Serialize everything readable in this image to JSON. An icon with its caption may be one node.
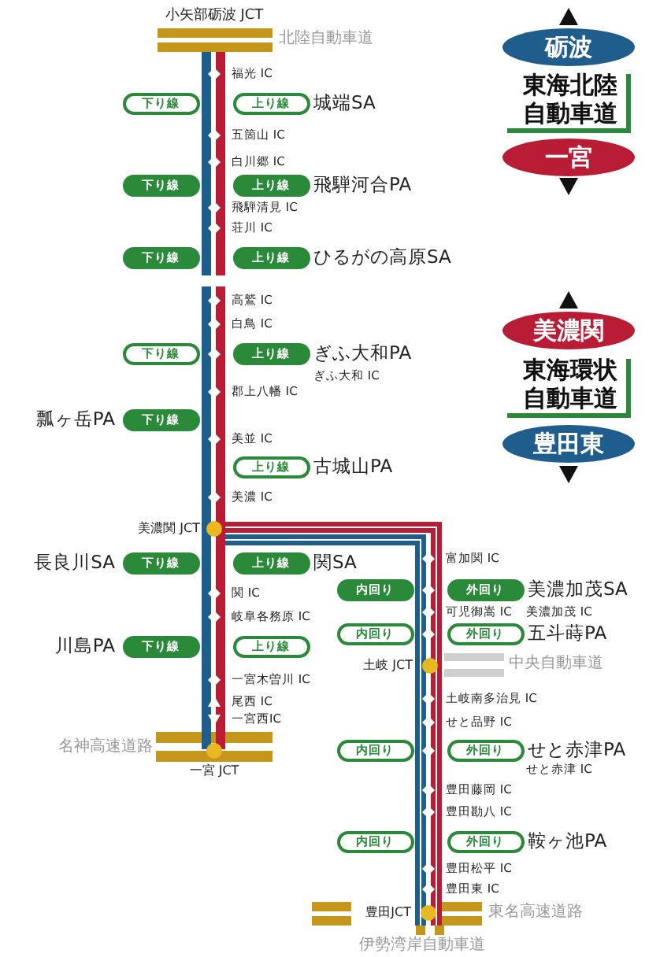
{
  "diagram": {
    "nodes": [
      {
        "text": [
          "砺波"
        ]
      },
      {
        "text": [
          "下り線"
        ]
      },
      {
        "text": [
          "上り線"
        ],
        "beside": [
          "城端SA"
        ]
      },
      {
        "text": [
          "一宮"
        ]
      },
      {
        "text": [
          "下り線"
        ]
      },
      {
        "text": [
          "上り線"
        ],
        "beside": [
          "飛騨河合PA"
        ]
      },
      {
        "text": [
          "下り線"
        ]
      },
      {
        "text": [
          "上り線"
        ],
        "beside": [
          "ひるがの高原SA"
        ]
      },
      {
        "text": [
          "美濃関"
        ]
      },
      {
        "text": [
          "下り線"
        ]
      },
      {
        "text": [
          "上り線"
        ],
        "beside": [
          "ぎふ大和PA"
        ]
      },
      {
        "text": [
          "下り線"
        ],
        "beside": [
          "瓢ヶ岳PA"
        ]
      },
      {
        "text": [
          "豊田東"
        ]
      },
      {
        "text": [
          "上り線"
        ],
        "beside": [
          "古城山PA"
        ]
      },
      {
        "text": [
          "下り線"
        ],
        "beside": [
          "長良川SA"
        ]
      },
      {
        "text": [
          "上り線"
        ],
        "beside": [
          "関SA"
        ]
      },
      {
        "text": [
          "内回り"
        ]
      },
      {
        "text": [
          "外回り"
        ],
        "beside": [
          "美濃加茂SA"
        ]
      },
      {
        "text": [
          "内回り"
        ]
      },
      {
        "text": [
          "外回り"
        ],
        "beside": [
          "五斗蒔PA"
        ]
      },
      {
        "text": [
          "下り線"
        ],
        "beside": [
          "川島PA"
        ]
      },
      {
        "text": [
          "上り線"
        ]
      },
      {
        "text": [
          "内回り"
        ]
      },
      {
        "text": [
          "外回り"
        ],
        "beside": [
          "せと赤津PA"
        ]
      },
      {
        "text": [
          "内回り"
        ]
      },
      {
        "text": [
          "外回り"
        ],
        "beside": [
          "鞍ヶ池PA"
        ]
      }
    ],
    "labels": [
      "小矢部砺波 JCT",
      "北陸自動車道",
      "東海北陸自動車道",
      "福光 IC",
      "五箇山 IC",
      "白川郷 IC",
      "飛騨清見 IC",
      "荘川 IC",
      "高鷲 IC",
      "白鳥 IC",
      "ぎふ大和 IC",
      "東海環状自動車道",
      "郡上八幡 IC",
      "美並 IC",
      "美濃 IC",
      "美濃関 JCT",
      "富加関 IC",
      "関 IC",
      "岐阜各務原 IC",
      "可児御嵩 IC",
      "美濃加茂 IC",
      "土岐 JCT",
      "中央自動車道",
      "一宮木曽川 IC",
      "尾西 IC",
      "土岐南多治見 IC",
      "一宮西IC",
      "せと品野 IC",
      "名神高速道路",
      "一宮 JCT",
      "せと赤津 IC",
      "豊田藤岡 IC",
      "豊田勘八 IC",
      "豊田松平 IC",
      "豊田東 IC",
      "豊田JCT",
      "東名高速道路",
      "伊勢湾岸自動車道"
    ]
  }
}
